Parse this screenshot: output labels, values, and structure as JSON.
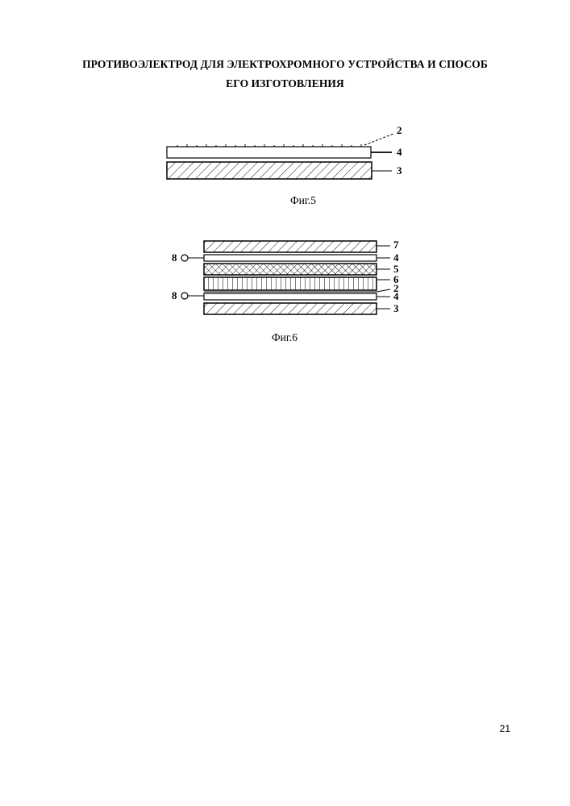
{
  "title": {
    "line1": "ПРОТИВОЭЛЕКТРОД ДЛЯ ЭЛЕКТРОХРОМНОГО УСТРОЙСТВА И СПОСОБ",
    "line2": "ЕГО ИЗГОТОВЛЕНИЯ"
  },
  "fig5": {
    "caption": "Фиг.5",
    "labels": {
      "l2": "2",
      "l4": "4",
      "l3": "3"
    }
  },
  "fig6": {
    "caption": "Фиг.6",
    "labels": {
      "l7": "7",
      "l4a": "4",
      "l5": "5",
      "l6": "6",
      "l2": "2",
      "l4b": "4",
      "l3": "3",
      "l8a": "8",
      "l8b": "8"
    }
  },
  "page_number": "21"
}
